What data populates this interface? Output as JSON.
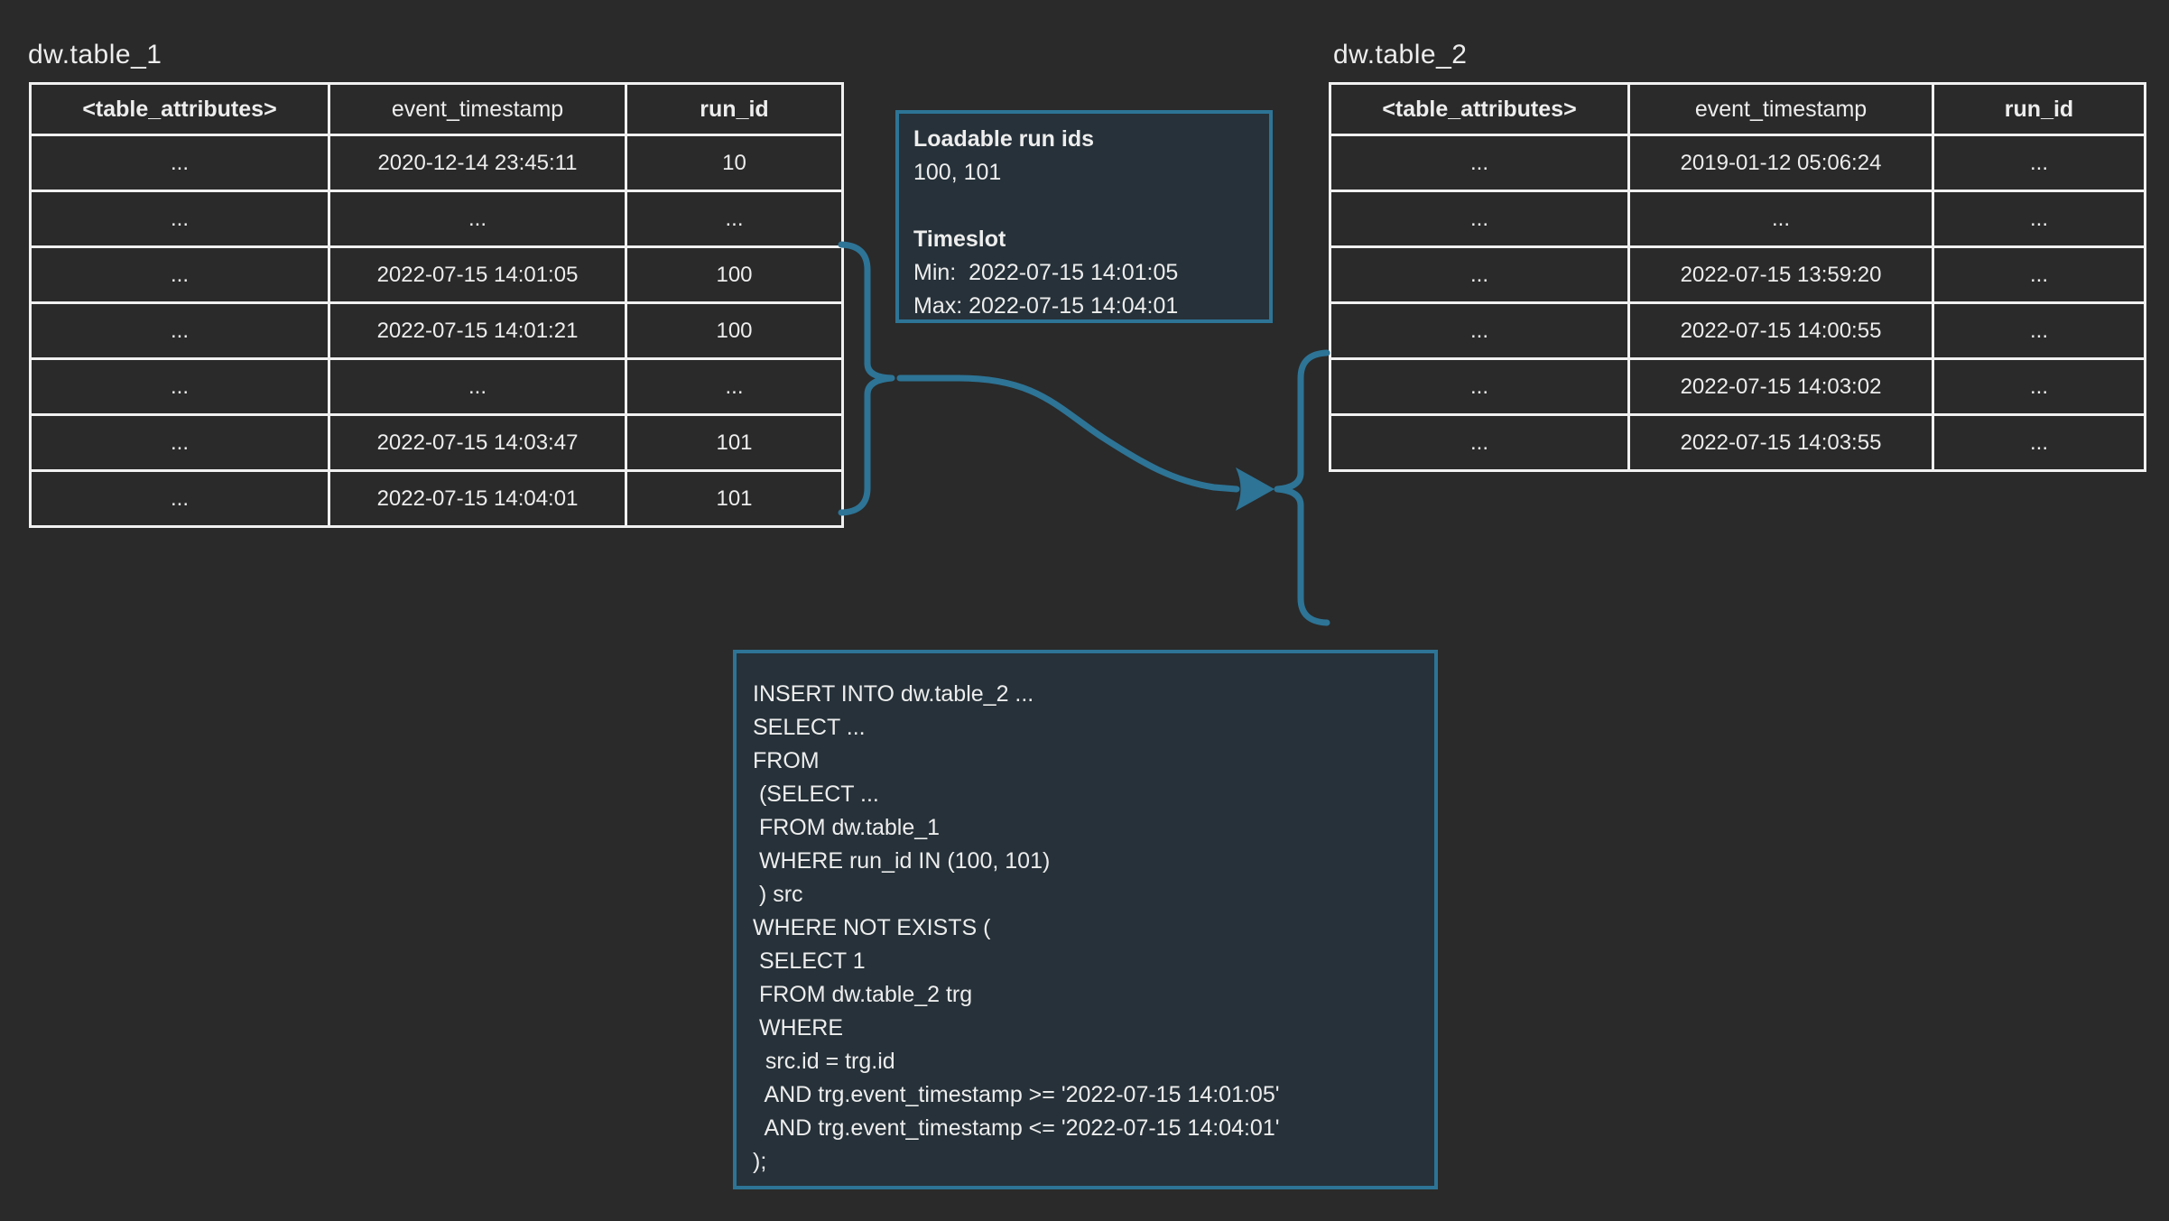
{
  "colors": {
    "bg": "#2a2a2a",
    "box_bg": "#263139",
    "accent": "#2d7496",
    "line": "#f0f0f0",
    "text": "#ededed"
  },
  "table1": {
    "title": "dw.table_1",
    "headers": [
      "<table_attributes>",
      "event_timestamp",
      "run_id"
    ],
    "rows": [
      [
        "...",
        "2020-12-14 23:45:11",
        "10"
      ],
      [
        "...",
        "...",
        "..."
      ],
      [
        "...",
        "2022-07-15 14:01:05",
        "100"
      ],
      [
        "...",
        "2022-07-15 14:01:21",
        "100"
      ],
      [
        "...",
        "...",
        "..."
      ],
      [
        "...",
        "2022-07-15 14:03:47",
        "101"
      ],
      [
        "...",
        "2022-07-15 14:04:01",
        "101"
      ]
    ]
  },
  "table2": {
    "title": "dw.table_2",
    "headers": [
      "<table_attributes>",
      "event_timestamp",
      "run_id"
    ],
    "rows": [
      [
        "...",
        "2019-01-12 05:06:24",
        "..."
      ],
      [
        "...",
        "...",
        "..."
      ],
      [
        "...",
        "2022-07-15 13:59:20",
        "..."
      ],
      [
        "...",
        "2022-07-15 14:00:55",
        "..."
      ],
      [
        "...",
        "2022-07-15 14:03:02",
        "..."
      ],
      [
        "...",
        "2022-07-15 14:03:55",
        "..."
      ]
    ]
  },
  "info_box": {
    "run_ids_title": "Loadable run ids",
    "run_ids_value": "100, 101",
    "timeslot_title": "Timeslot",
    "min_line": "Min:  2022-07-15 14:01:05",
    "max_line": "Max: 2022-07-15 14:04:01"
  },
  "sql_box": {
    "lines": [
      "INSERT INTO dw.table_2 ...",
      "SELECT ...",
      "FROM",
      " (SELECT ...",
      " FROM dw.table_1",
      " WHERE run_id IN (100, 101)",
      " ) src",
      "WHERE NOT EXISTS (",
      " SELECT 1",
      " FROM dw.table_2 trg",
      " WHERE",
      "  src.id = trg.id",
      "  AND trg.event_timestamp >= '2022-07-15 14:01:05'",
      "  AND trg.event_timestamp <= '2022-07-15 14:04:01'",
      ");"
    ]
  }
}
